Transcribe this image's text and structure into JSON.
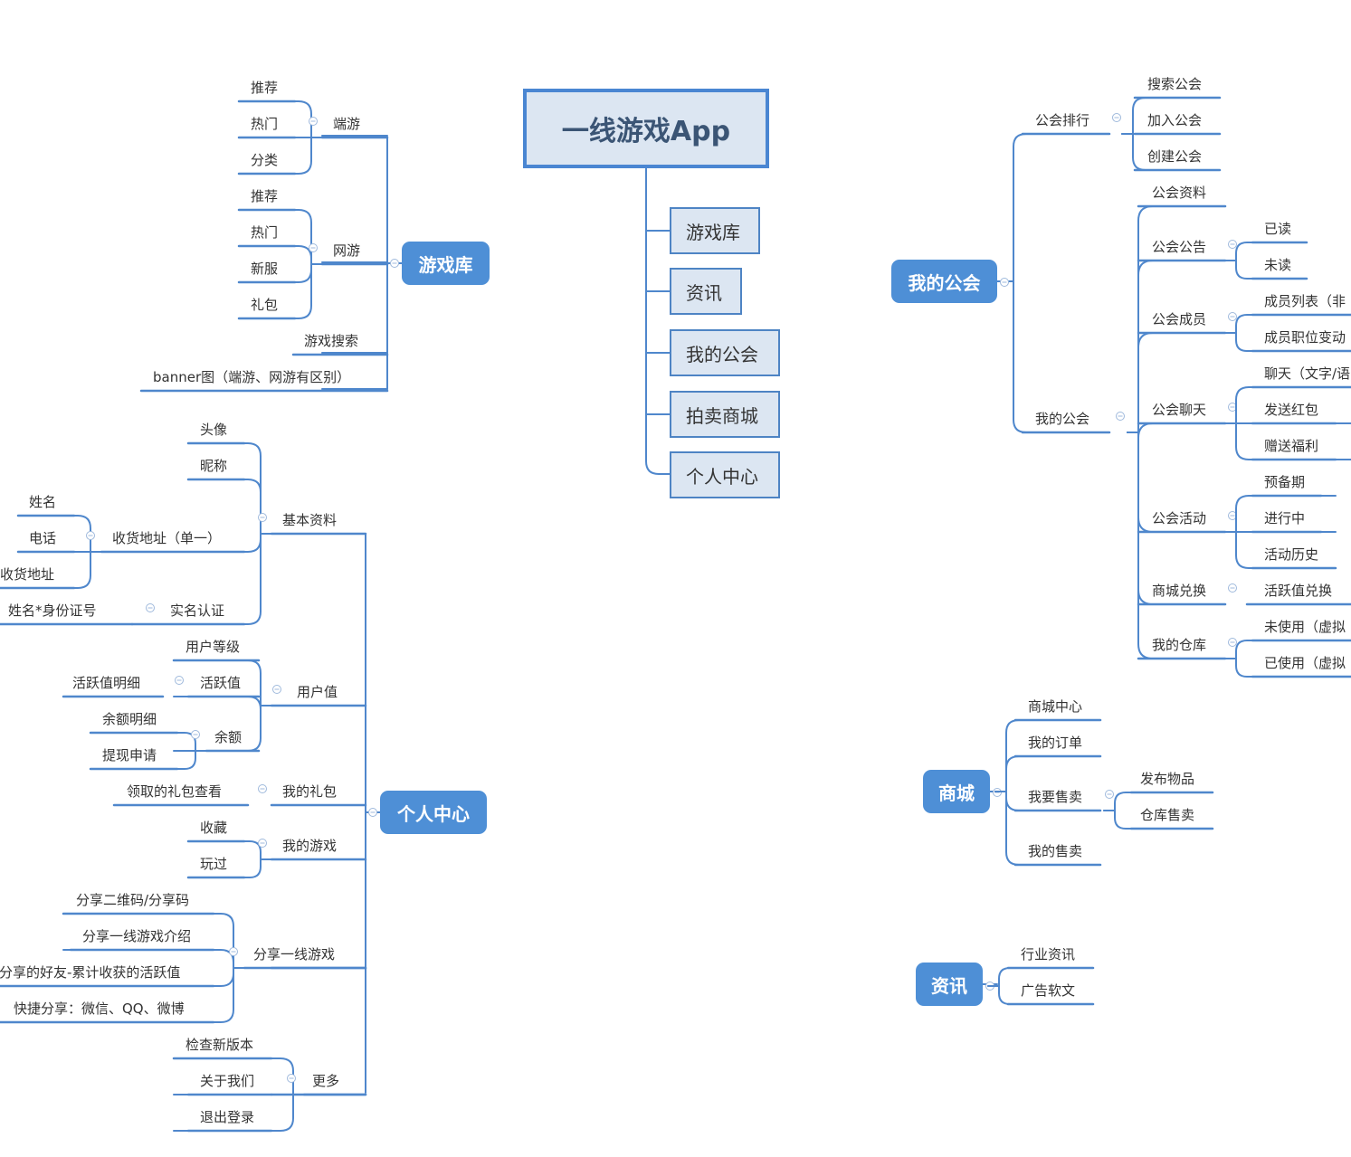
{
  "root": {
    "title": "一线游戏App"
  },
  "center_items": [
    "游戏库",
    "资讯",
    "我的公会",
    "拍卖商城",
    "个人中心"
  ],
  "game_library": {
    "label": "游戏库",
    "client_games": {
      "label": "端游",
      "items": [
        "推荐",
        "热门",
        "分类"
      ]
    },
    "web_games": {
      "label": "网游",
      "items": [
        "推荐",
        "热门",
        "新服",
        "礼包"
      ]
    },
    "game_search": "游戏搜索",
    "banner": "banner图（端游、网游有区别）"
  },
  "personal_center": {
    "label": "个人中心",
    "basic_info": {
      "label": "基本资料",
      "avatar": "头像",
      "nickname": "昵称",
      "address": {
        "label": "收货地址（单一）",
        "items": [
          "姓名",
          "电话",
          "收货地址"
        ]
      },
      "real_name": {
        "label": "实名认证",
        "detail": "实名认证：姓名*身份证号"
      }
    },
    "user_value": {
      "label": "用户值",
      "level": "用户等级",
      "activity": {
        "label": "活跃值",
        "detail": "活跃值明细"
      },
      "balance": {
        "label": "余额",
        "items": [
          "余额明细",
          "提现申请"
        ]
      }
    },
    "my_gifts": {
      "label": "我的礼包",
      "detail": "领取的礼包查看"
    },
    "my_games": {
      "label": "我的游戏",
      "items": [
        "收藏",
        "玩过"
      ]
    },
    "share": {
      "label": "分享一线游戏",
      "items": [
        "分享二维码/分享码",
        "分享一线游戏介绍",
        "我分享的好友-累计收获的活跃值",
        "快捷分享：微信、QQ、微博"
      ]
    },
    "more": {
      "label": "更多",
      "items": [
        "检查新版本",
        "关于我们",
        "退出登录"
      ]
    }
  },
  "my_guild": {
    "label": "我的公会",
    "ranking": {
      "label": "公会排行",
      "items": [
        "搜索公会",
        "加入公会",
        "创建公会"
      ]
    },
    "mine": {
      "label": "我的公会",
      "profile": "公会资料",
      "notice": {
        "label": "公会公告",
        "items": [
          "已读",
          "未读"
        ]
      },
      "members": {
        "label": "公会成员",
        "items": [
          "成员列表（非",
          "成员职位变动"
        ]
      },
      "chat": {
        "label": "公会聊天",
        "items": [
          "聊天（文字/语",
          "发送红包",
          "赠送福利"
        ]
      },
      "events": {
        "label": "公会活动",
        "items": [
          "预备期",
          "进行中",
          "活动历史"
        ]
      },
      "exchange": {
        "label": "商城兑换",
        "detail": "活跃值兑换"
      },
      "warehouse": {
        "label": "我的仓库",
        "items": [
          "未使用（虚拟",
          "已使用（虚拟"
        ]
      }
    }
  },
  "mall": {
    "label": "商城",
    "center": "商城中心",
    "orders": "我的订单",
    "want_sell": {
      "label": "我要售卖",
      "items": [
        "发布物品",
        "仓库售卖"
      ]
    },
    "my_sales": "我的售卖"
  },
  "news": {
    "label": "资讯",
    "items": [
      "行业资讯",
      "广告软文"
    ]
  },
  "colors": {
    "line": "#4f87cc",
    "accent": "#4e8fd6",
    "panel_fill": "#dce6f2",
    "text": "#333333"
  }
}
